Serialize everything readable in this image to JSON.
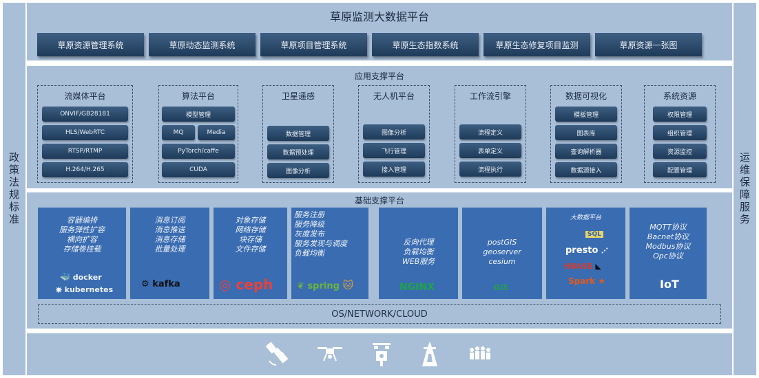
{
  "left_side": "政策法规标准",
  "right_side": "运维保障服务",
  "top": {
    "title": "草原监测大数据平台",
    "systems": [
      "草原资源管理系统",
      "草原动态监测系统",
      "草原项目管理系统",
      "草原生态指数系统",
      "草原生态修复项目监测",
      "草原资源一张图"
    ]
  },
  "app": {
    "title": "应用支撑平台",
    "groups": [
      {
        "title": "流媒体平台",
        "items": [
          "ONVIF/GB28181",
          "HLS/WebRTC",
          "RTSP/RTMP",
          "H.264/H.265"
        ]
      },
      {
        "title": "算法平台",
        "items": [
          "模型管理",
          "MQ",
          "Media",
          "PyTorch/caffe",
          "CUDA"
        ]
      },
      {
        "title": "卫星遥感",
        "items": [
          "数据管理",
          "数据预处理",
          "图像分析"
        ]
      },
      {
        "title": "无人机平台",
        "items": [
          "图像分析",
          "飞行管理",
          "接入管理"
        ]
      },
      {
        "title": "工作流引擎",
        "items": [
          "流程定义",
          "表单定义",
          "流程执行"
        ]
      },
      {
        "title": "数据可视化",
        "items": [
          "模板管理",
          "图表库",
          "查询解析器",
          "数据源接入"
        ]
      },
      {
        "title": "系统资源",
        "items": [
          "权限管理",
          "组织管理",
          "资源监控",
          "配置管理"
        ]
      }
    ]
  },
  "base": {
    "title": "基础支撑平台",
    "blocks": [
      {
        "lines": [
          "容器编排",
          "服务弹性扩容",
          "横向扩容",
          "存储卷挂载"
        ],
        "logos": [
          "docker",
          "kubernetes"
        ]
      },
      {
        "lines": [
          "消息订阅",
          "消息推送",
          "消息存储",
          "批量处理"
        ],
        "logos": [
          "kafka"
        ]
      },
      {
        "lines": [
          "对象存储",
          "网络存储",
          "块存储",
          "文件存储"
        ],
        "logos": [
          "ceph"
        ]
      },
      {
        "lines": [
          "服务注册",
          "服务降级",
          "灰度发布",
          "服务发现与调度",
          "负载均衡"
        ],
        "logos": [
          "spring"
        ]
      },
      {
        "lines": [
          "反向代理",
          "负载均衡",
          "WEB服务"
        ],
        "logos": [
          "NGINX"
        ]
      },
      {
        "lines": [
          "postGIS",
          "geoserver",
          "cesium"
        ],
        "logos": [
          "GIS"
        ]
      },
      {
        "lines": [
          "大数据平台"
        ],
        "logos": [
          "SQL",
          "presto",
          "HBASE",
          "Spark"
        ]
      },
      {
        "lines": [
          "MQTT协议",
          "Bacnet协议",
          "Modbus协议",
          "Opc协议"
        ],
        "logos": [
          "IoT"
        ]
      }
    ],
    "os": "OS/NETWORK/CLOUD"
  },
  "bottom_icons": [
    "satellite-icon",
    "drone-icon",
    "camera-pole-icon",
    "tower-icon",
    "people-icon"
  ],
  "colors": {
    "band": "#a9bfd8",
    "dark_button": "#1f3a59",
    "block": "#3a6cb1"
  }
}
